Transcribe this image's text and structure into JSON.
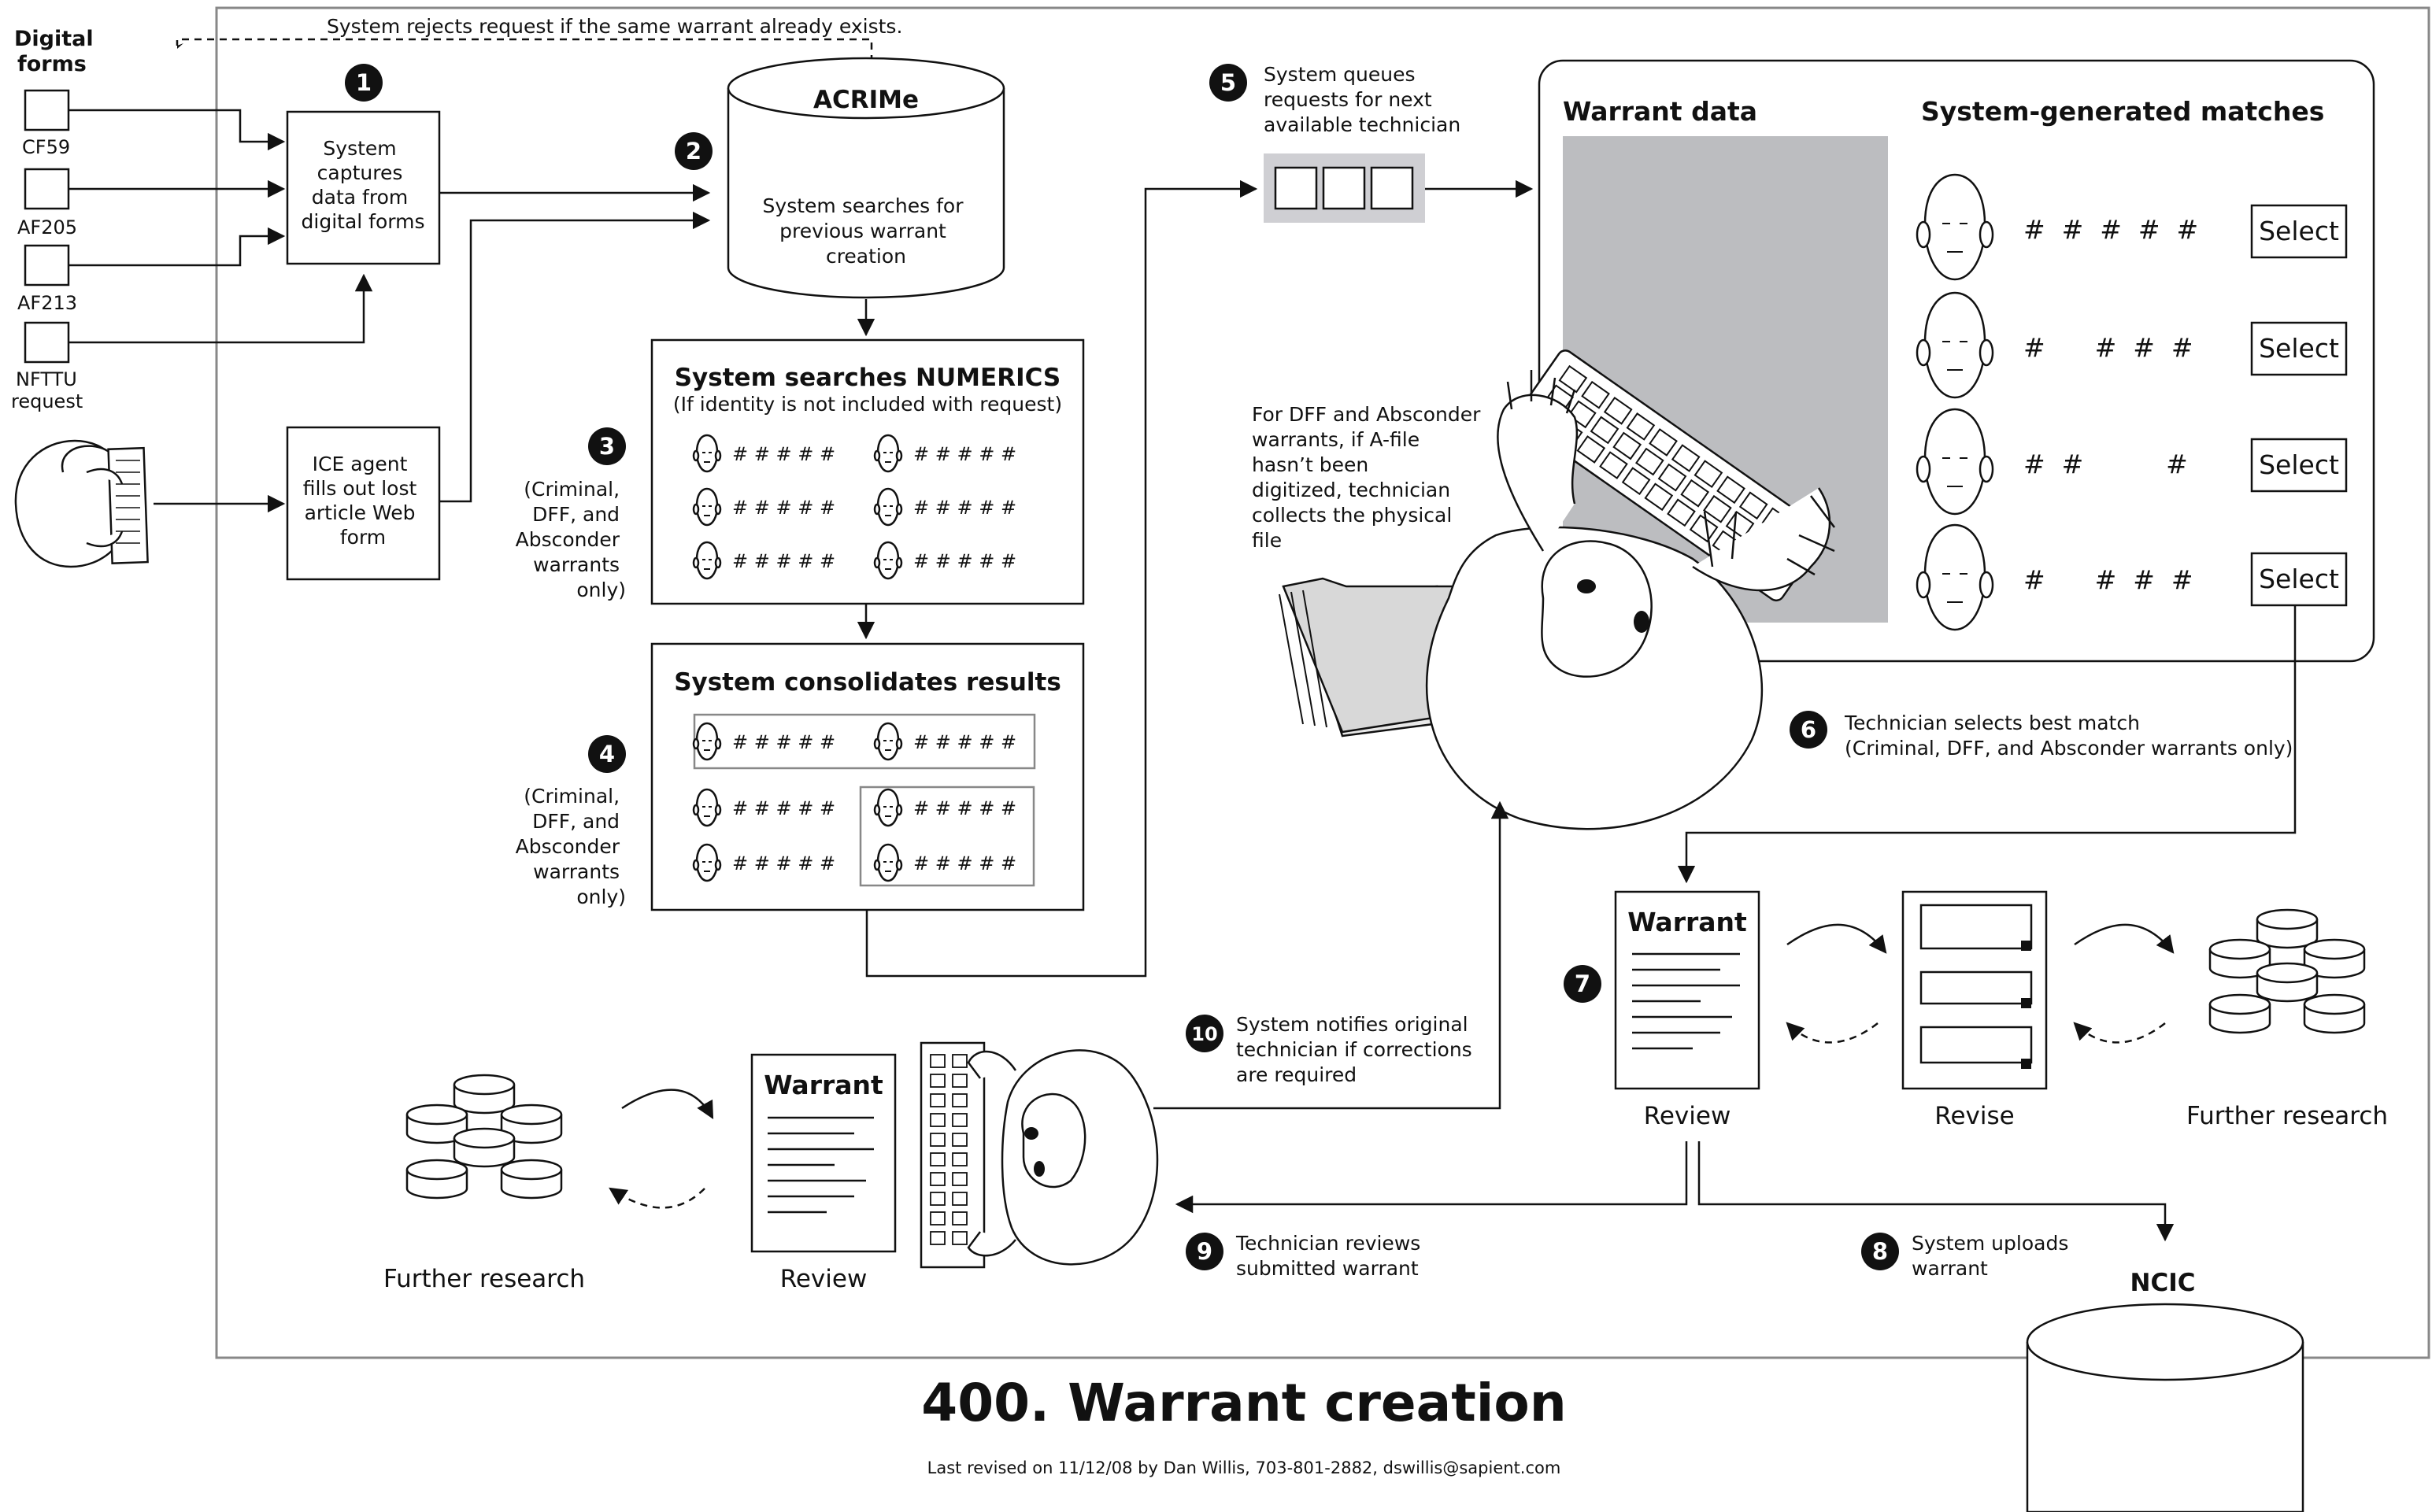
{
  "title": "400. Warrant creation",
  "footer": "Last revised on 11/12/08 by Dan Willis, 703-801-2882, dswillis@sapient.com",
  "reject_note": "System rejects request if the same warrant already exists.",
  "digital_forms": {
    "heading_line1": "Digital",
    "heading_line2": "forms",
    "forms": [
      "CF59",
      "AF205",
      "AF213"
    ],
    "nfttu_line1": "NFTTU",
    "nfttu_line2": "request"
  },
  "step_labels": [
    "1",
    "2",
    "3",
    "4",
    "5",
    "6",
    "7",
    "8",
    "9",
    "10"
  ],
  "capture_box": [
    "System",
    "captures",
    "data from",
    "digital forms"
  ],
  "ice_box": [
    "ICE agent",
    "fills out lost",
    "article Web",
    "form"
  ],
  "acrime": {
    "title": "ACRIMe",
    "text": [
      "System searches for",
      "previous warrant",
      "creation"
    ]
  },
  "numerics": {
    "title": "System searches NUMERICS",
    "subtitle": "(If identity is not included with request)"
  },
  "consolidate_title": "System consolidates results",
  "warrant_types_note": [
    "(Criminal,",
    "DFF, and",
    "Absconder",
    "warrants",
    "only)"
  ],
  "hash_row": "# # # # #",
  "queue_note": [
    "System queues",
    "requests for next",
    "available technician"
  ],
  "workstation": {
    "warrant_data": "Warrant data",
    "matches_title": "System-generated matches",
    "match_rows": [
      "#  #  #  #  #",
      "#      #  #  #",
      "#  #          #",
      "#      #  #  #"
    ],
    "select_label": "Select"
  },
  "afile_note": [
    "For DFF and Absconder",
    "warrants, if A-file",
    "hasn’t been",
    "digitized, technician",
    "collects the physical",
    "file"
  ],
  "step6_note": [
    "Technician selects best match",
    "(Criminal, DFF, and Absconder warrants only)"
  ],
  "warrant_doc_title": "Warrant",
  "review_label": "Review",
  "revise_label": "Revise",
  "further_research_label": "Further research",
  "step10_note": [
    "System notifies original",
    "technician if corrections",
    "are required"
  ],
  "step9_note": [
    "Technician reviews",
    "submitted warrant"
  ],
  "step8_note": [
    "System uploads",
    "warrant"
  ],
  "ncic_label": "NCIC"
}
